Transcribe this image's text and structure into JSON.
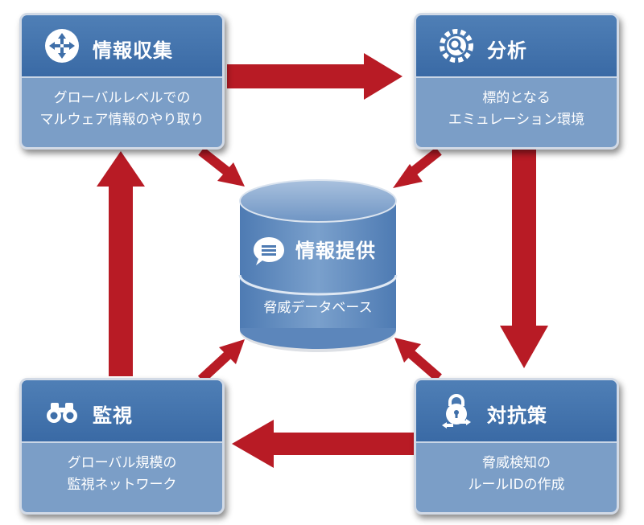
{
  "cards": {
    "collect": {
      "title": "情報収集",
      "lines": [
        "グローバルレベルでの",
        "マルウェア情報のやり取り"
      ],
      "icon": "crossing-arrows-icon"
    },
    "analyze": {
      "title": "分析",
      "lines": [
        "標的となる",
        "エミュレーション環境"
      ],
      "icon": "gear-magnifier-icon"
    },
    "monitor": {
      "title": "監視",
      "lines": [
        "グローバル規模の",
        "監視ネットワーク"
      ],
      "icon": "binoculars-icon"
    },
    "counter": {
      "title": "対抗策",
      "lines": [
        "脅威検知の",
        "ルールIDの作成"
      ],
      "icon": "lock-exchange-icon"
    }
  },
  "database": {
    "title": "情報提供",
    "subtitle": "脅威データベース",
    "icon": "speech-bubble-icon"
  },
  "colors": {
    "arrow": "#b81b25",
    "card_head": "#3f6fa9",
    "card_body": "#7b9ec7",
    "db_body": "#6a93c4"
  }
}
